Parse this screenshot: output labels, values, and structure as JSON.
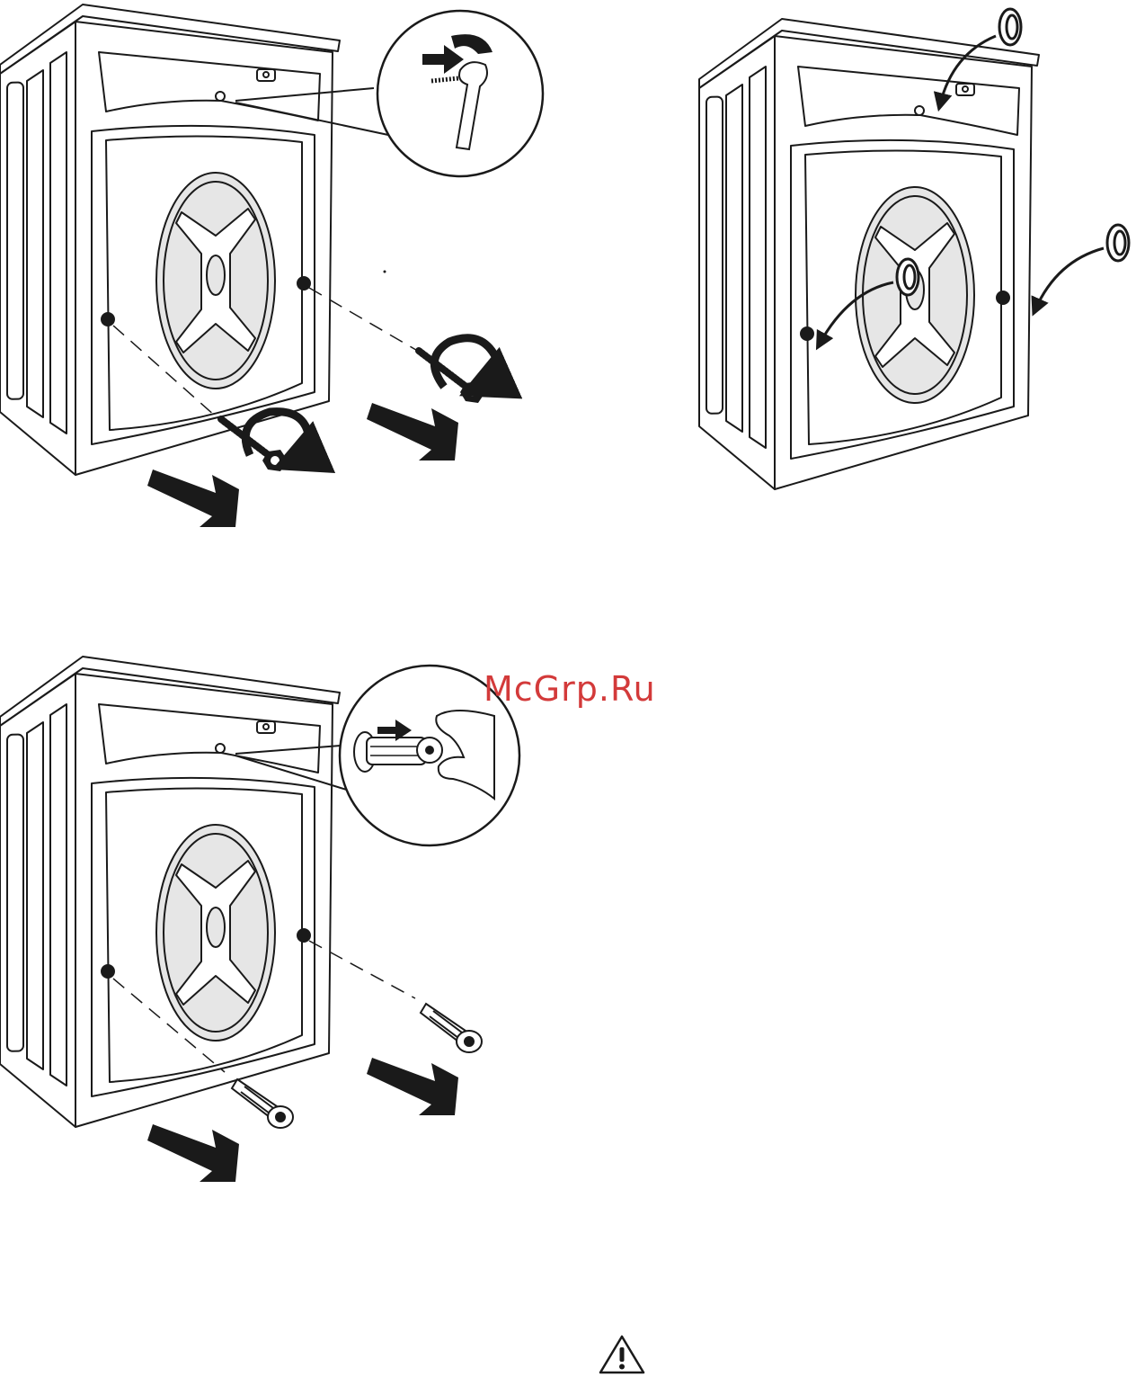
{
  "watermark": {
    "text": "McGrp.Ru",
    "color": "#d33a3a"
  },
  "palette": {
    "ink": "#1a1a1a",
    "drum": "#e6e6e6",
    "paper": "#ffffff"
  },
  "figures": [
    {
      "id": "remove-bolts",
      "inset": "spanner-unscrew-top-bolt",
      "rear_fasteners": "transit-bolts-with-rotate-arrows"
    },
    {
      "id": "insert-caps",
      "inset": "none",
      "rear_fasteners": "plastic-hole-caps"
    },
    {
      "id": "remove-spacers",
      "inset": "hand-pull-spacer",
      "rear_fasteners": "plastic-spacers"
    }
  ],
  "warning": {
    "icon": "warning-triangle-icon"
  }
}
